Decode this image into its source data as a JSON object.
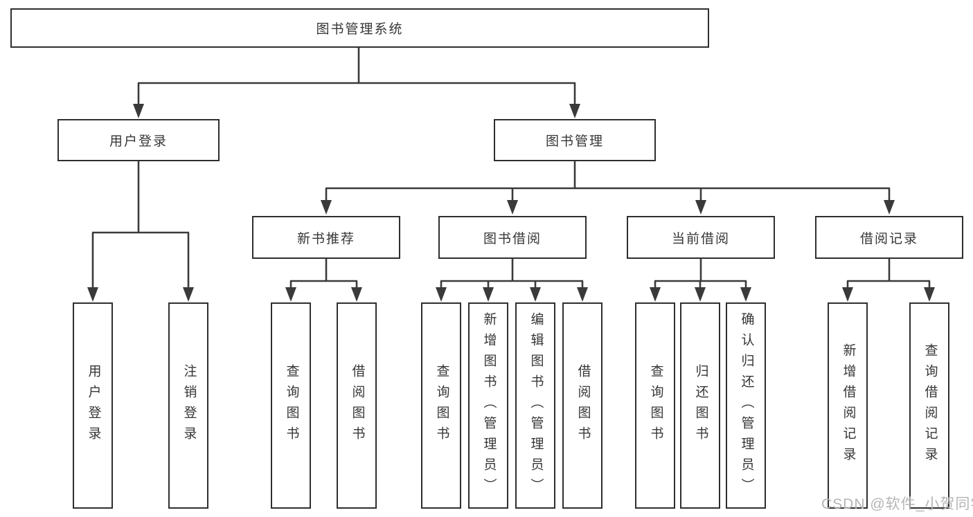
{
  "diagram": {
    "title": "图书管理系统",
    "branches": {
      "login": {
        "label": "用户登录",
        "children": [
          "用户登录",
          "注销登录"
        ]
      },
      "manage": {
        "label": "图书管理",
        "sections": {
          "recommend": {
            "label": "新书推荐",
            "children": [
              "查询图书",
              "借阅图书"
            ]
          },
          "borrow": {
            "label": "图书借阅",
            "children": [
              "查询图书",
              "新增图书（管理员）",
              "编辑图书（管理员）",
              "借阅图书"
            ]
          },
          "current": {
            "label": "当前借阅",
            "children": [
              "查询图书",
              "归还图书",
              "确认归还（管理员）"
            ]
          },
          "records": {
            "label": "借阅记录",
            "children": [
              "新增借阅记录",
              "查询借阅记录"
            ]
          }
        }
      }
    }
  },
  "watermark": "CSDN @软件_小贺同学",
  "colors": {
    "line": "#3a3a3a",
    "box_border": "#2e2e2e",
    "text": "#363636",
    "background": "#ffffff",
    "watermark_text": "#b5b5b5"
  }
}
